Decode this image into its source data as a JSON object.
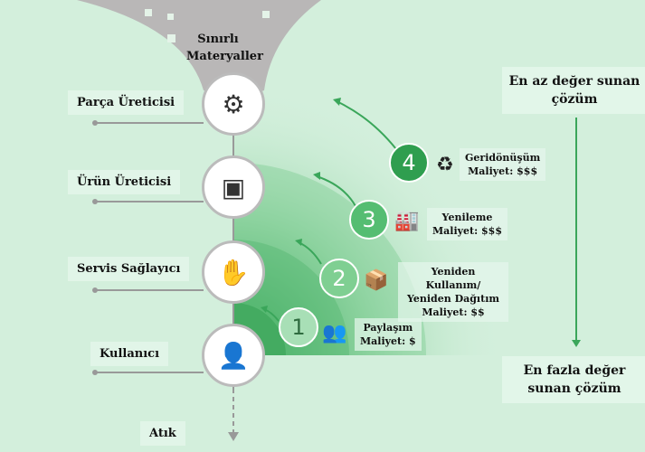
{
  "top_label": "Sınırlı Materyaller",
  "stages": [
    {
      "label": "Parça Üreticisi",
      "icon": "gears-icon"
    },
    {
      "label": "Ürün Üreticisi",
      "icon": "box-icon"
    },
    {
      "label": "Servis Sağlayıcı",
      "icon": "hand-box-icon"
    },
    {
      "label": "Kullanıcı",
      "icon": "user-icon"
    }
  ],
  "waste_label": "Atık",
  "loops": [
    {
      "number": "1",
      "title": "Paylaşım",
      "cost": "Maliyet: $",
      "icon": "people-icon"
    },
    {
      "number": "2",
      "title": "Yeniden Kullanım/ Yeniden Dağıtım",
      "cost": "Maliyet: $$",
      "icon": "boxes-icon"
    },
    {
      "number": "3",
      "title": "Yenileme",
      "cost": "Maliyet: $$$",
      "icon": "factory-icon"
    },
    {
      "number": "4",
      "title": "Geridönüşüm",
      "cost": "Maliyet: $$$",
      "icon": "recycle-icon"
    }
  ],
  "scale": {
    "top": "En az değer sunan çözüm",
    "bottom": "En fazla değer sunan çözüm"
  },
  "colors": {
    "loop1": "#a8dfb6",
    "loop2": "#7fcf92",
    "loop3": "#55bd72",
    "loop4": "#2f9e4f",
    "funnel": "#b9b7b7"
  }
}
